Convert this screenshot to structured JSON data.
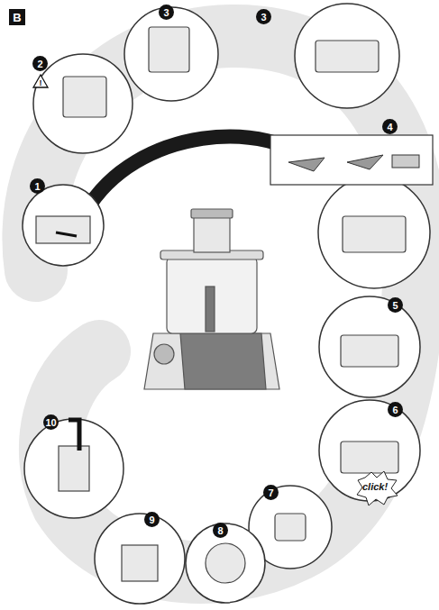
{
  "diagram": {
    "labels": [
      "B",
      "1",
      "2",
      "!",
      "3",
      "3",
      "4",
      "5",
      "6",
      "click!",
      "7",
      "8",
      "9",
      "10"
    ]
  }
}
